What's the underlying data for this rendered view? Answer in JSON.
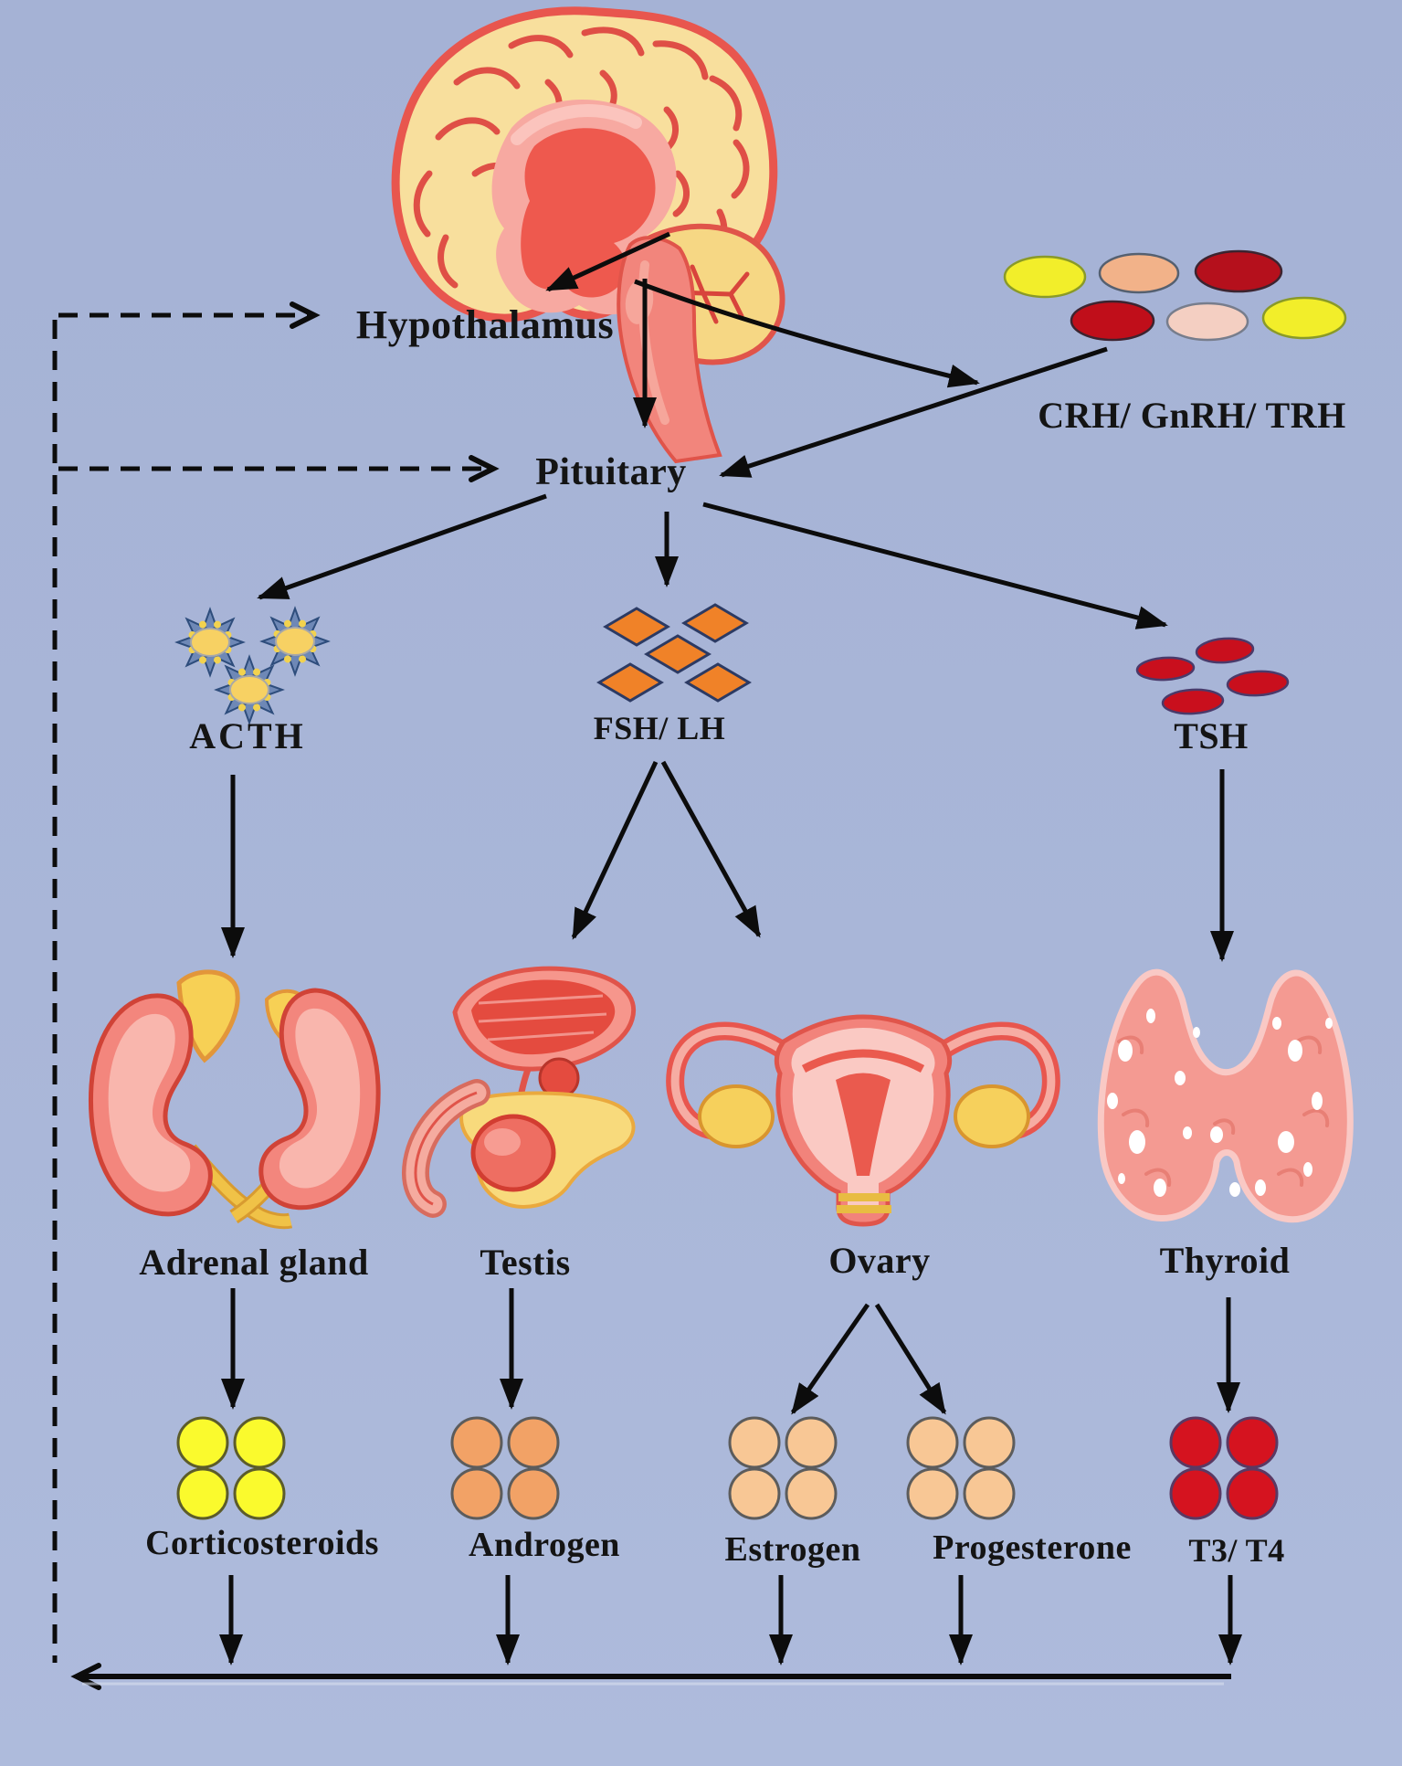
{
  "figure": {
    "title_hint": "Hypothalamus-pituitary endocrine axes feedback diagram",
    "background_top": "#a5b2d5",
    "background_bottom": "#aebbdc",
    "text_color": "#141414"
  },
  "labels": {
    "hypothalamus": "Hypothalamus",
    "pituitary": "Pituitary",
    "releasing_hormones": "CRH/ GnRH/ TRH",
    "acth": "ACTH",
    "fsh_lh": "FSH/ LH",
    "tsh": "TSH",
    "adrenal_gland": "Adrenal gland",
    "testis": "Testis",
    "ovary": "Ovary",
    "thyroid": "Thyroid",
    "corticosteroids": "Corticosteroids",
    "androgen": "Androgen",
    "estrogen": "Estrogen",
    "progesterone": "Progesterone",
    "t3_t4": "T3/ T4"
  },
  "colors": {
    "arrow": "#0c0c0c",
    "releasing_vesicles": [
      "#f2ee2a",
      "#f2b289",
      "#b5101c",
      "#c00e1a",
      "#f4cfc2",
      "#f2ee2a"
    ],
    "acth_sun_core": "#f7d163",
    "acth_sun_rays": "#6e88b6",
    "fsh_lh_diamond": "#f08228",
    "tsh_vesicle": "#c90f1d",
    "corticosteroids_circle": "#fafa2d",
    "androgen_circle": "#f2a266",
    "estrogen_circle": "#f8c795",
    "progesterone_circle": "#f8c795",
    "t3_t4_circle": "#d5131f"
  }
}
